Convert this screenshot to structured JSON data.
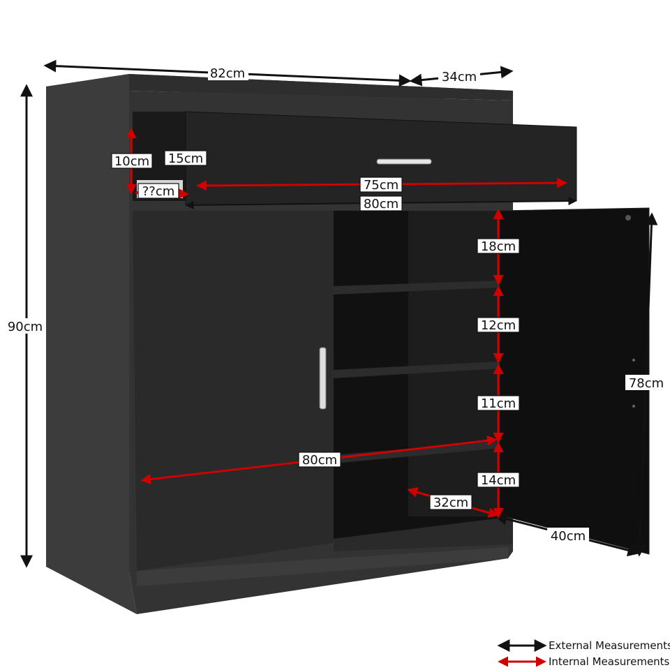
{
  "external": {
    "width": "82cm",
    "depth": "34cm",
    "height": "90cm"
  },
  "internal": {
    "compartment_height": "10cm",
    "compartment_width": "15cm",
    "compartment_depth": "??cm",
    "drawer_inner_width": "75cm",
    "drawer_width": "80cm",
    "shelf_1": "18cm",
    "shelf_2": "12cm",
    "shelf_3": "11cm",
    "shelf_4": "14cm",
    "cabinet_inner_width": "80cm",
    "shelf_depth": "32cm",
    "door_height": "78cm",
    "door_width": "40cm"
  },
  "legend": {
    "external": "External Measurements",
    "internal": "Internal Measurements"
  },
  "colors": {
    "external_arrow": "#111111",
    "internal_arrow": "#d00000",
    "cabinet_body": "#3a3a3a",
    "cabinet_dark": "#1c1c1c"
  }
}
